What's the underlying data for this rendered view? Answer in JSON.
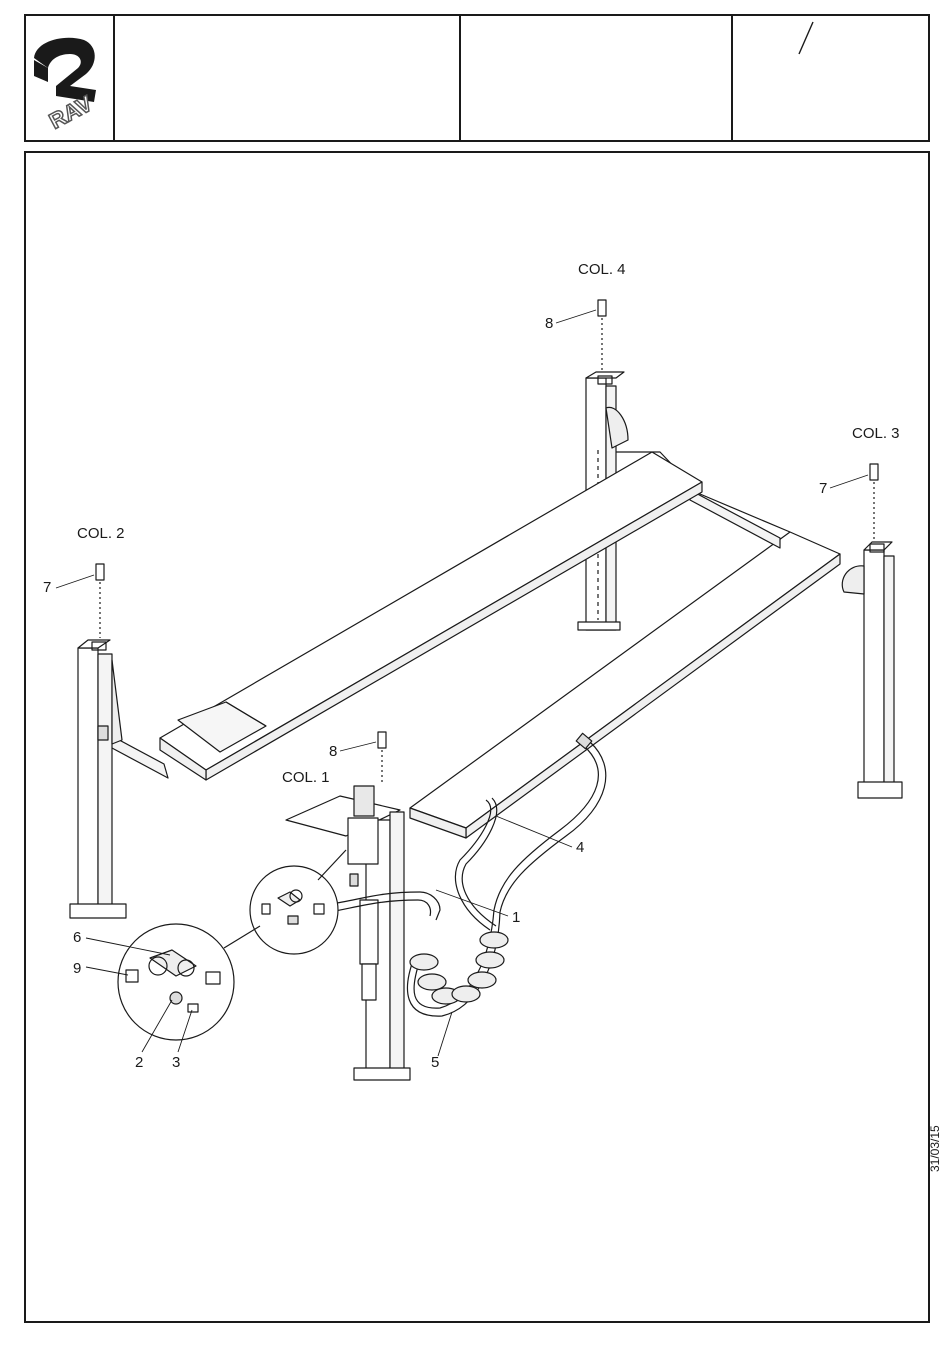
{
  "header": {
    "logo_text": "RAV",
    "slash": "/"
  },
  "labels": {
    "col1": "COL. 1",
    "col2": "COL. 2",
    "col3": "COL. 3",
    "col4": "COL. 4",
    "p1": "1",
    "p2": "2",
    "p3": "3",
    "p4": "4",
    "p5": "5",
    "p6": "6",
    "p7a": "7",
    "p7b": "7",
    "p8a": "8",
    "p8b": "8",
    "p9": "9"
  },
  "footer": {
    "date": "31/03/15"
  }
}
